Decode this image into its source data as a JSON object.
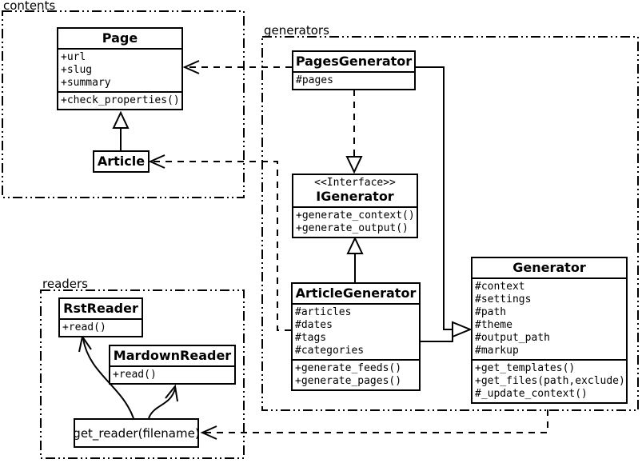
{
  "packages": {
    "contents": {
      "label": "contents"
    },
    "generators": {
      "label": "generators"
    },
    "readers": {
      "label": "readers"
    }
  },
  "classes": {
    "page": {
      "name": "Page",
      "attributes": [
        "+url",
        "+slug",
        "+summary"
      ],
      "methods": [
        "+check_properties()"
      ]
    },
    "article": {
      "name": "Article"
    },
    "pages_generator": {
      "name": "PagesGenerator",
      "attributes": [
        "#pages"
      ]
    },
    "igenerator": {
      "stereotype": "<<Interface>>",
      "name": "IGenerator",
      "methods": [
        "+generate_context()",
        "+generate_output()"
      ]
    },
    "article_generator": {
      "name": "ArticleGenerator",
      "attributes": [
        "#articles",
        "#dates",
        "#tags",
        "#categories"
      ],
      "methods": [
        "+generate_feeds()",
        "+generate_pages()"
      ]
    },
    "generator": {
      "name": "Generator",
      "attributes": [
        "#context",
        "#settings",
        "#path",
        "#theme",
        "#output_path",
        "#markup"
      ],
      "methods": [
        "+get_templates()",
        "+get_files(path,exclude)",
        "#_update_context()"
      ]
    },
    "rst_reader": {
      "name": "RstReader",
      "methods": [
        "+read()"
      ]
    },
    "mardown_reader": {
      "name": "MardownReader",
      "methods": [
        "+read()"
      ]
    },
    "get_reader": {
      "label": "get_reader(filename)"
    }
  },
  "colors": {
    "line": "#000000",
    "background": "#ffffff"
  }
}
